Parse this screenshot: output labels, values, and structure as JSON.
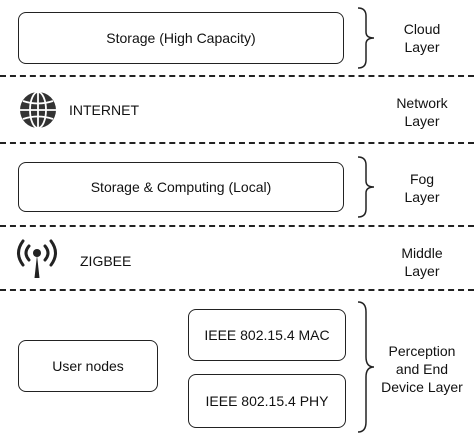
{
  "layers": {
    "cloud": {
      "label": "Cloud\nLayer",
      "box": "Storage (High Capacity)"
    },
    "network": {
      "label": "Network\nLayer",
      "text": "INTERNET",
      "icon": "globe-icon"
    },
    "fog": {
      "label": "Fog\nLayer",
      "box": "Storage & Computing (Local)"
    },
    "middle": {
      "label": "Middle\nLayer",
      "text": "ZIGBEE",
      "icon": "wireless-antenna-icon"
    },
    "perception": {
      "label": "Perception\nand End\nDevice Layer",
      "user_nodes": "User nodes",
      "mac": "IEEE 802.15.4 MAC",
      "phy": "IEEE 802.15.4 PHY"
    }
  },
  "colors": {
    "stroke": "#222222",
    "text": "#111111",
    "background": "#ffffff"
  }
}
